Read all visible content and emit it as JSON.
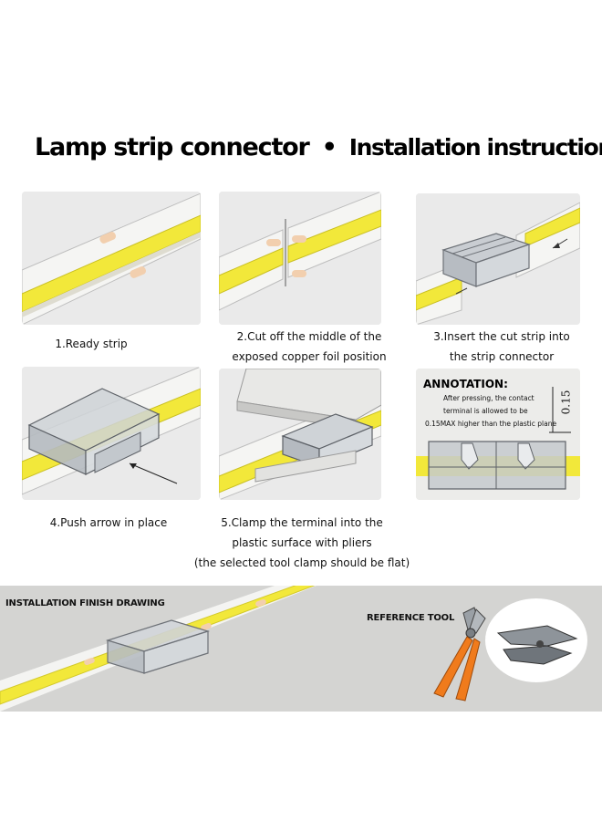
{
  "header": {
    "title_part1": "Lamp strip connector",
    "bullet": "•",
    "title_part2": "Installation instructions"
  },
  "steps": [
    {
      "lines": [
        "1.Ready strip"
      ]
    },
    {
      "lines": [
        "2.Cut off the middle of the",
        "exposed copper foil position"
      ]
    },
    {
      "lines": [
        "3.Insert the cut strip into",
        "the strip connector"
      ]
    },
    {
      "lines": [
        "4.Push arrow in place"
      ]
    },
    {
      "lines": [
        "5.Clamp the terminal into the",
        "plastic surface with pliers",
        "(the selected tool clamp should be flat)"
      ]
    }
  ],
  "annotation": {
    "title": "ANNOTATION:",
    "lines": [
      "After pressing, the contact",
      "terminal is allowed to be",
      "0.15MAX higher than the plastic plane"
    ],
    "dimension": "0.15"
  },
  "bottom": {
    "finish_label": "INSTALLATION FINISH DRAWING",
    "tool_label": "REFERENCE TOOL"
  },
  "colors": {
    "strip_yellow": "#f2e83a",
    "strip_base": "#f4f4f2",
    "copper_pad": "#f2cfae",
    "plier_handle": "#f07b1c",
    "band_bg": "#d4d4d2"
  }
}
